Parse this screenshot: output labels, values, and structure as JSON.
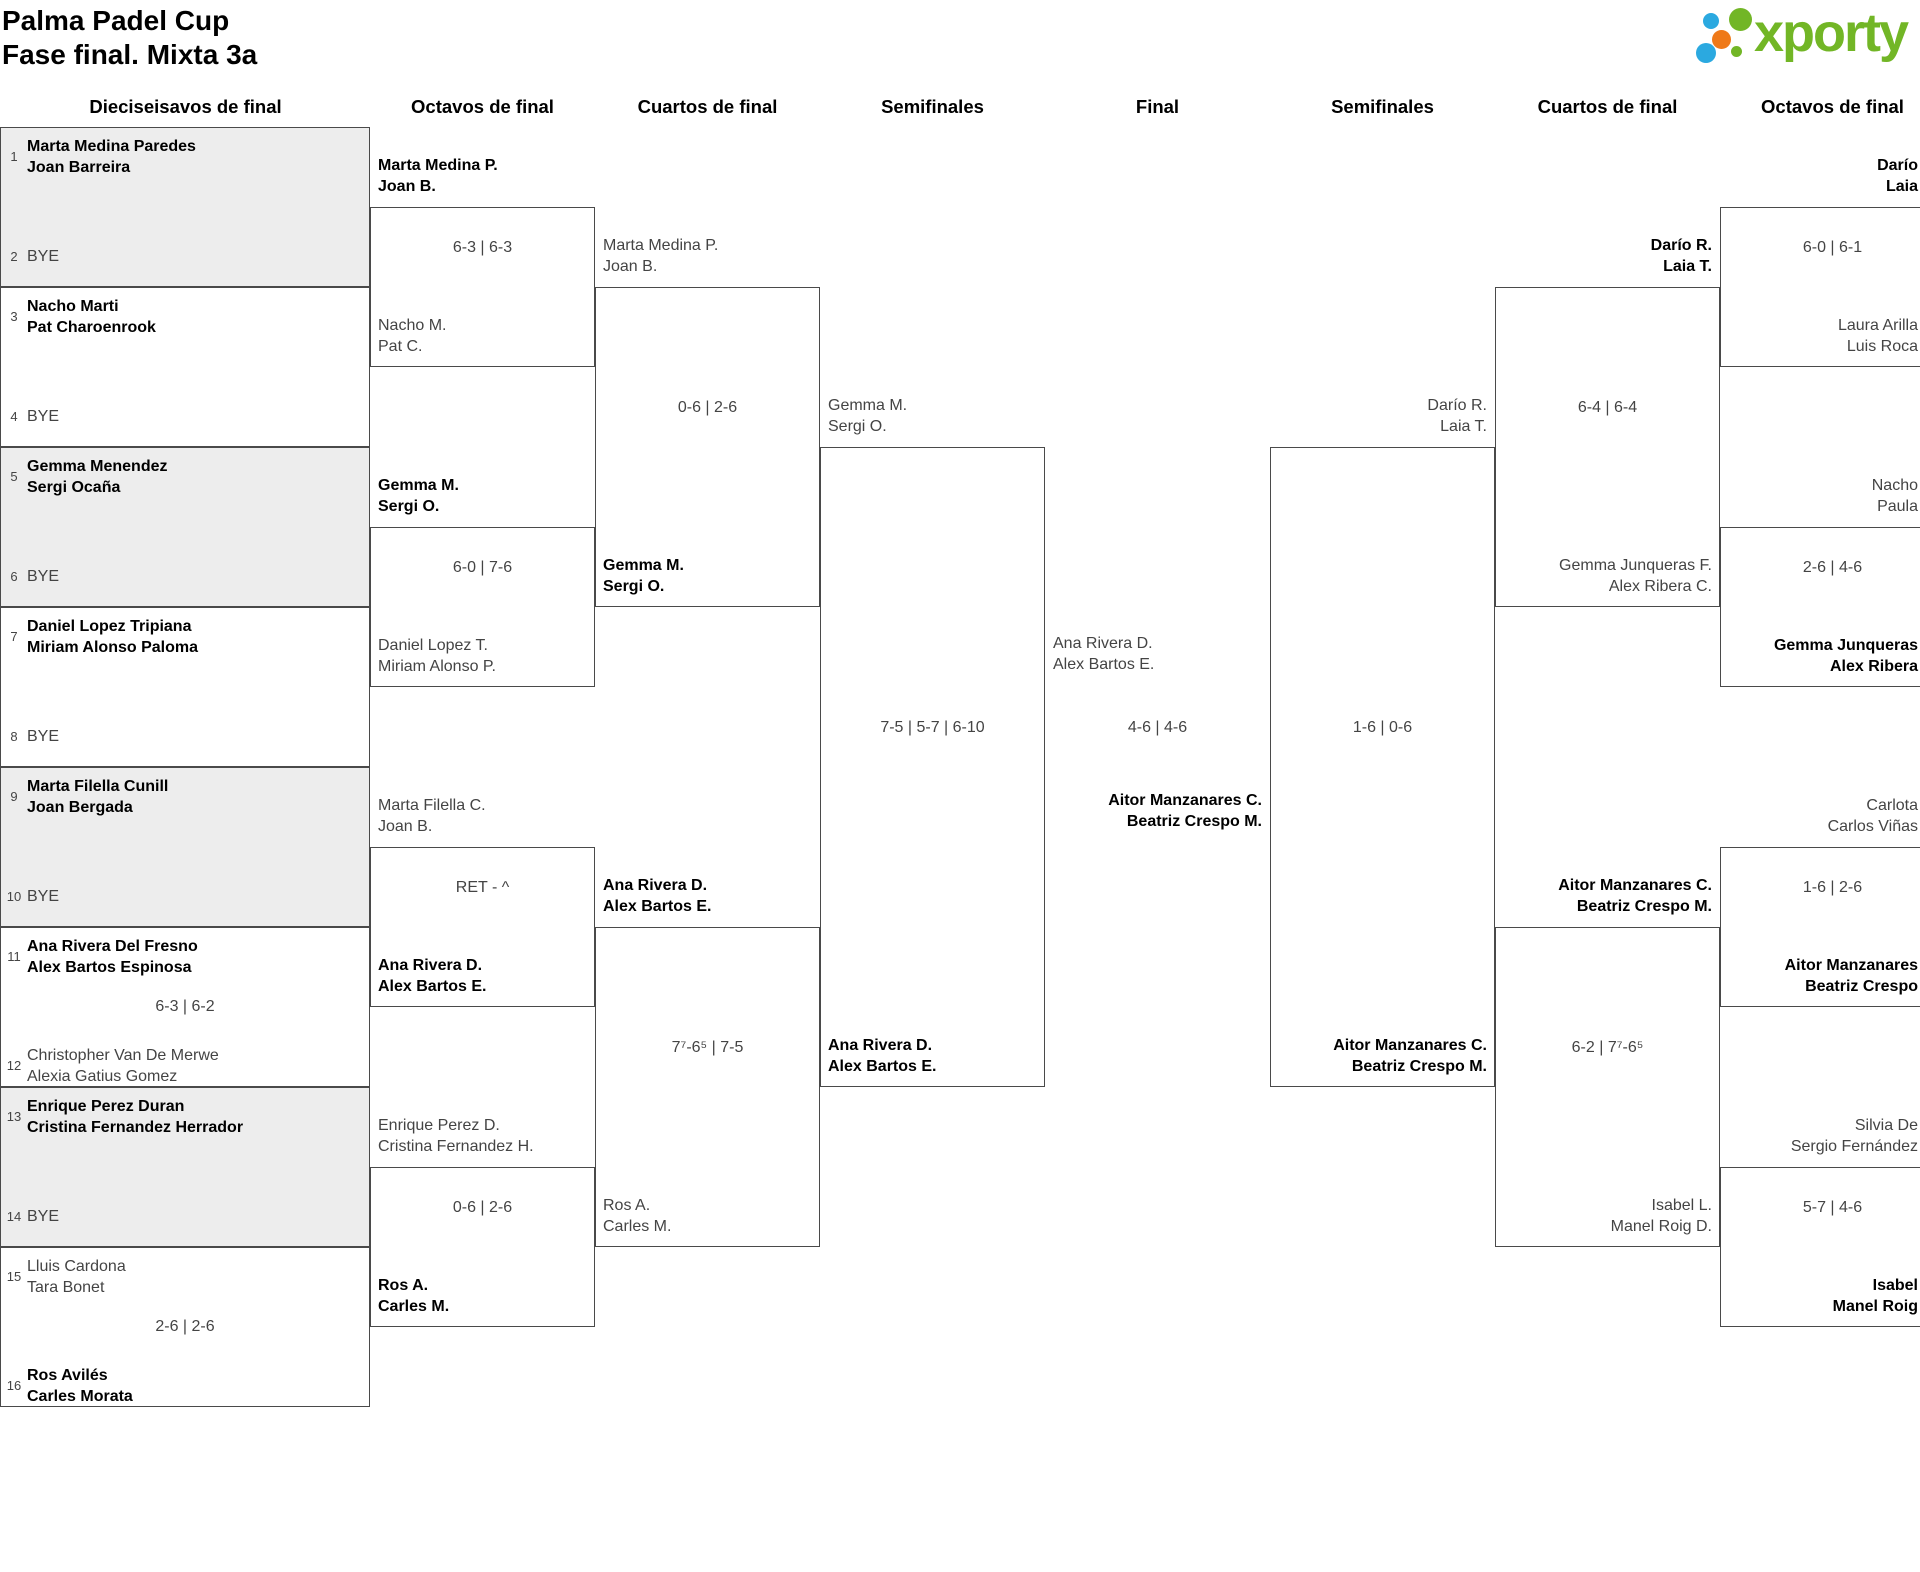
{
  "title": {
    "line1": "Palma Padel Cup",
    "line2": "Fase final. Mixta 3a"
  },
  "logo": {
    "wordmark": "xporty",
    "green": "#72b626",
    "blue": "#2ba9e0",
    "orange": "#ef7918"
  },
  "round_headers": [
    "Dieciseisavos de final",
    "Octavos de final",
    "Cuartos de final",
    "Semifinales",
    "Final",
    "Semifinales",
    "Cuartos de final",
    "Octavos de final"
  ],
  "colors": {
    "shade": "#ededed",
    "line": "#4a4a4a",
    "muted_text": "#444444",
    "winner_text": "#000000"
  },
  "bracket": {
    "dieciseisavos": [
      {
        "seed1": "1",
        "team1": [
          "Marta Medina Paredes",
          "Joan Barreira"
        ],
        "bold1": true,
        "score": "",
        "seed2": "2",
        "team2": [
          "BYE"
        ],
        "bold2": false
      },
      {
        "seed1": "3",
        "team1": [
          "Nacho Marti",
          "Pat Charoenrook"
        ],
        "bold1": true,
        "score": "",
        "seed2": "4",
        "team2": [
          "BYE"
        ],
        "bold2": false
      },
      {
        "seed1": "5",
        "team1": [
          "Gemma Menendez",
          "Sergi Ocaña"
        ],
        "bold1": true,
        "score": "",
        "seed2": "6",
        "team2": [
          "BYE"
        ],
        "bold2": false
      },
      {
        "seed1": "7",
        "team1": [
          "Daniel Lopez Tripiana",
          "Miriam Alonso Paloma"
        ],
        "bold1": true,
        "score": "",
        "seed2": "8",
        "team2": [
          "BYE"
        ],
        "bold2": false
      },
      {
        "seed1": "9",
        "team1": [
          "Marta Filella Cunill",
          "Joan Bergada"
        ],
        "bold1": true,
        "score": "",
        "seed2": "10",
        "team2": [
          "BYE"
        ],
        "bold2": false
      },
      {
        "seed1": "11",
        "team1": [
          "Ana Rivera Del Fresno",
          "Alex Bartos Espinosa"
        ],
        "bold1": true,
        "score": "6-3 | 6-2",
        "seed2": "12",
        "team2": [
          "Christopher Van De Merwe",
          "Alexia Gatius Gomez"
        ],
        "bold2": false
      },
      {
        "seed1": "13",
        "team1": [
          "Enrique Perez Duran",
          "Cristina Fernandez Herrador"
        ],
        "bold1": true,
        "score": "",
        "seed2": "14",
        "team2": [
          "BYE"
        ],
        "bold2": false
      },
      {
        "seed1": "15",
        "team1": [
          "Lluis Cardona",
          "Tara Bonet"
        ],
        "bold1": false,
        "score": "2-6 | 2-6",
        "seed2": "16",
        "team2": [
          "Ros Avilés",
          "Carles Morata"
        ],
        "bold2": true
      }
    ],
    "octavos_left": [
      {
        "team1": [
          "Marta Medina P.",
          "Joan B."
        ],
        "bold1": true,
        "score": "6-3 | 6-3",
        "team2": [
          "Nacho M.",
          "Pat C."
        ],
        "bold2": false
      },
      {
        "team1": [
          "Gemma M.",
          "Sergi O."
        ],
        "bold1": true,
        "score": "6-0 | 7-6",
        "team2": [
          "Daniel Lopez T.",
          "Miriam Alonso P."
        ],
        "bold2": false
      },
      {
        "team1": [
          "Marta Filella C.",
          "Joan B."
        ],
        "bold1": false,
        "score": "RET - ^",
        "team2": [
          "Ana Rivera D.",
          "Alex Bartos E."
        ],
        "bold2": true
      },
      {
        "team1": [
          "Enrique Perez D.",
          "Cristina Fernandez H."
        ],
        "bold1": false,
        "score": "0-6 | 2-6",
        "team2": [
          "Ros A.",
          "Carles M."
        ],
        "bold2": true
      }
    ],
    "cuartos_left": [
      {
        "team1": [
          "Marta Medina P.",
          "Joan B."
        ],
        "bold1": false,
        "score": "0-6 | 2-6",
        "team2": [
          "Gemma M.",
          "Sergi O."
        ],
        "bold2": true
      },
      {
        "team1": [
          "Ana Rivera D.",
          "Alex Bartos E."
        ],
        "bold1": true,
        "score": "7⁷-6⁵ | 7-5",
        "team2": [
          "Ros A.",
          "Carles M."
        ],
        "bold2": false
      }
    ],
    "semifinal_left": [
      {
        "team1": [
          "Gemma M.",
          "Sergi O."
        ],
        "bold1": false,
        "score": "7-5 | 5-7 | 6-10",
        "team2": [
          "Ana Rivera D.",
          "Alex Bartos E."
        ],
        "bold2": true
      }
    ],
    "final": {
      "team1": [
        "Ana Rivera D.",
        "Alex Bartos E."
      ],
      "bold1": false,
      "score": "4-6 | 4-6",
      "team2": [
        "Aitor Manzanares C.",
        "Beatriz Crespo M."
      ],
      "bold2": true
    },
    "semifinal_right": [
      {
        "team1": [
          "Darío R.",
          "Laia T."
        ],
        "bold1": false,
        "score": "1-6 | 0-6",
        "team2": [
          "Aitor Manzanares C.",
          "Beatriz Crespo M."
        ],
        "bold2": true
      }
    ],
    "cuartos_right": [
      {
        "team1": [
          "Darío R.",
          "Laia T."
        ],
        "bold1": true,
        "score": "6-4 | 6-4",
        "team2": [
          "Gemma Junqueras F.",
          "Alex Ribera C."
        ],
        "bold2": false
      },
      {
        "team1": [
          "Aitor Manzanares C.",
          "Beatriz Crespo M."
        ],
        "bold1": true,
        "score": "6-2 | 7⁷-6⁵",
        "team2": [
          "Isabel L.",
          "Manel Roig D."
        ],
        "bold2": false
      }
    ],
    "octavos_right": [
      {
        "team1": [
          "Darío",
          "Laia"
        ],
        "bold1": true,
        "score": "6-0 | 6-1",
        "team2": [
          "Laura Arilla",
          "Luis Roca"
        ],
        "bold2": false
      },
      {
        "team1": [
          "Nacho",
          "Paula"
        ],
        "bold1": false,
        "score": "2-6 | 4-6",
        "team2": [
          "Gemma Junqueras",
          "Alex Ribera"
        ],
        "bold2": true
      },
      {
        "team1": [
          "Carlota",
          "Carlos Viñas"
        ],
        "bold1": false,
        "score": "1-6 | 2-6",
        "team2": [
          "Aitor Manzanares",
          "Beatriz Crespo"
        ],
        "bold2": true
      },
      {
        "team1": [
          "Silvia De",
          "Sergio Fernández"
        ],
        "bold1": false,
        "score": "5-7 | 4-6",
        "team2": [
          "Isabel",
          "Manel Roig"
        ],
        "bold2": true
      }
    ]
  }
}
